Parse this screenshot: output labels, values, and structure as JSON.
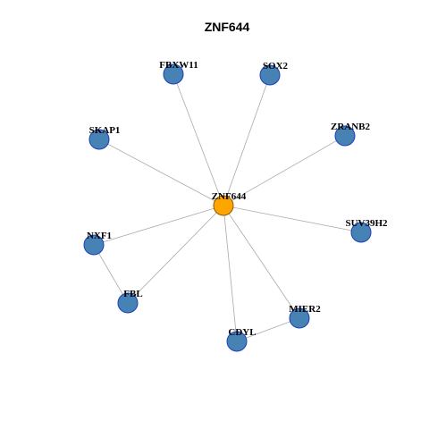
{
  "title": "ZNF644",
  "colors": {
    "hub_fill": "#FFA500",
    "hub_stroke": "#8B5A00",
    "node_fill": "#4682B4",
    "node_stroke": "#1E3DBE",
    "edge": "#AAAAAA"
  },
  "nodes": [
    {
      "id": "ZNF644",
      "label": "ZNF644",
      "hub": true
    },
    {
      "id": "FBXW11",
      "label": "FBXW11"
    },
    {
      "id": "SOX2",
      "label": "SOX2"
    },
    {
      "id": "ZRANB2",
      "label": "ZRANB2"
    },
    {
      "id": "SKAP1",
      "label": "SKAP1"
    },
    {
      "id": "SUV39H2",
      "label": "SUV39H2"
    },
    {
      "id": "NXF1",
      "label": "NXF1"
    },
    {
      "id": "FBL",
      "label": "FBL"
    },
    {
      "id": "MIER2",
      "label": "MIER2"
    },
    {
      "id": "CDYL",
      "label": "CDYL"
    }
  ],
  "edges": [
    [
      "ZNF644",
      "FBXW11"
    ],
    [
      "ZNF644",
      "SOX2"
    ],
    [
      "ZNF644",
      "ZRANB2"
    ],
    [
      "ZNF644",
      "SKAP1"
    ],
    [
      "ZNF644",
      "SUV39H2"
    ],
    [
      "ZNF644",
      "NXF1"
    ],
    [
      "ZNF644",
      "FBL"
    ],
    [
      "ZNF644",
      "MIER2"
    ],
    [
      "ZNF644",
      "CDYL"
    ],
    [
      "NXF1",
      "FBL"
    ],
    [
      "CDYL",
      "MIER2"
    ]
  ]
}
